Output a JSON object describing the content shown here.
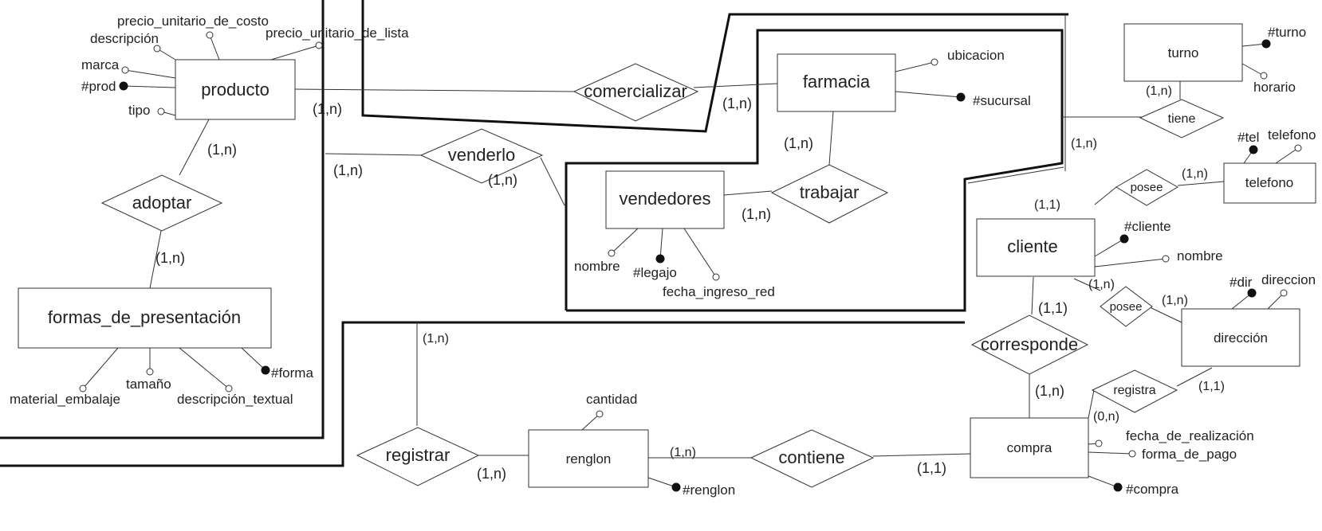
{
  "entities": {
    "producto": "producto",
    "formas": "formas_de_presentación",
    "farmacia": "farmacia",
    "vendedores": "vendedores",
    "turno": "turno",
    "telefono": "telefono",
    "cliente": "cliente",
    "direccion": "dirección",
    "renglon": "renglon",
    "compra": "compra"
  },
  "relationships": {
    "comercializar": "comercializar",
    "venderlo": "venderlo",
    "adoptar": "adoptar",
    "trabajar": "trabajar",
    "tiene": "tiene",
    "posee1": "posee",
    "posee2": "posee",
    "corresponde": "corresponde",
    "registra": "registra",
    "registrar": "registrar",
    "contiene": "contiene"
  },
  "attributes": {
    "precio_costo": "precio_unitario_de_costo",
    "descripcion": "descripción",
    "precio_lista": "precio_unitario_de_lista",
    "marca": "marca",
    "prod": "#prod",
    "tipo": "tipo",
    "material": "material_embalaje",
    "tamano": "tamaño",
    "desc_textual": "descripción_textual",
    "forma": "#forma",
    "ubicacion": "ubicacion",
    "sucursal": "#sucursal",
    "nombre_vend": "nombre",
    "legajo": "#legajo",
    "fecha_ingreso": "fecha_ingreso_red",
    "turno_key": "#turno",
    "horario": "horario",
    "tel": "#tel",
    "telefono_attr": "telefono",
    "cliente_key": "#cliente",
    "nombre_cli": "nombre",
    "dir": "#dir",
    "direccion_attr": "direccion",
    "cantidad": "cantidad",
    "renglon_key": "#renglon",
    "fecha_real": "fecha_de_realización",
    "forma_pago": "forma_de_pago",
    "compra_key": "#compra"
  },
  "cardinalities": {
    "c_prod_com": "(1,n)",
    "c_farm_com": "(1,n)",
    "c_prod_adopt": "(1,n)",
    "c_formas_adopt": "(1,n)",
    "c_vend_left": "(1,n)",
    "c_vend_right": "(1,n)",
    "c_farm_trab": "(1,n)",
    "c_vend_trab": "(1,n)",
    "c_turno": "(1,n)",
    "c_farm_tiene": "(1,n)",
    "c_cli_posee": "(1,1)",
    "c_tel_posee": "(1,n)",
    "c_cli_posee2": "(1,n)",
    "c_dir_posee2": "(1,n)",
    "c_cli_corr": "(1,1)",
    "c_compra_corr": "(1,n)",
    "c_dir_reg": "(1,1)",
    "c_compra_reg": "(0,n)",
    "c_registrar_top": "(1,n)",
    "c_registrar_ren": "(1,n)",
    "c_ren_cont": "(1,n)",
    "c_compra_cont": "(1,1)"
  }
}
